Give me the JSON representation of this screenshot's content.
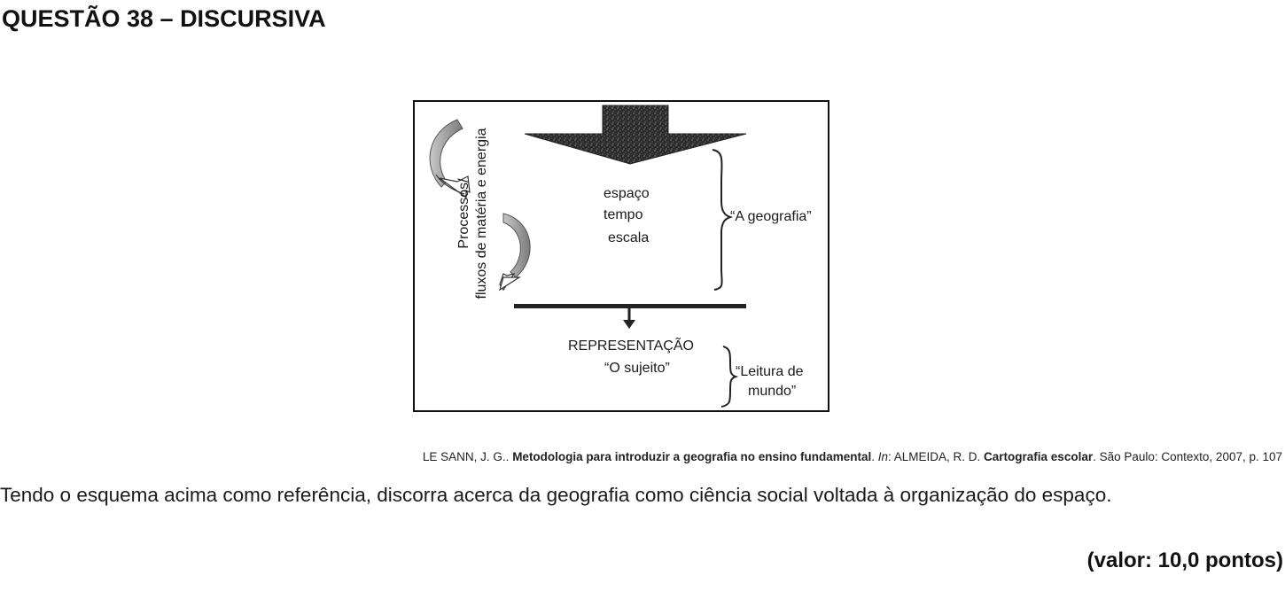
{
  "question": {
    "title": "QUESTÃO 38 – DISCURSIVA"
  },
  "diagram": {
    "side_label_line1": "Processos/",
    "side_label_line2": "fluxos de matéria e energia",
    "center_line1": "espaço",
    "center_line2": "tempo",
    "center_line3": "escala",
    "brace_label_geografia": "“A geografia”",
    "representation": "REPRESENTAÇÃO",
    "subject": "“O sujeito”",
    "brace_label_leitura_line1": "“Leitura de",
    "brace_label_leitura_line2": "mundo”"
  },
  "citation": {
    "authors": "LE SANN, J. G.. ",
    "work_title": "Metodologia para introduzir a geografia no ensino fundamental",
    "sep1": ". ",
    "in_label": "In",
    "in_rest": ": ALMEIDA, R. D. ",
    "book_title": "Cartografia escolar",
    "publication": ". São Paulo: Contexto, 2007, p. 107"
  },
  "prompt": {
    "text": "Tendo o esquema acima como referência, discorra acerca da geografia como ciência social voltada à organização do espaço."
  },
  "score": {
    "text": "(valor: 10,0 pontos)"
  }
}
